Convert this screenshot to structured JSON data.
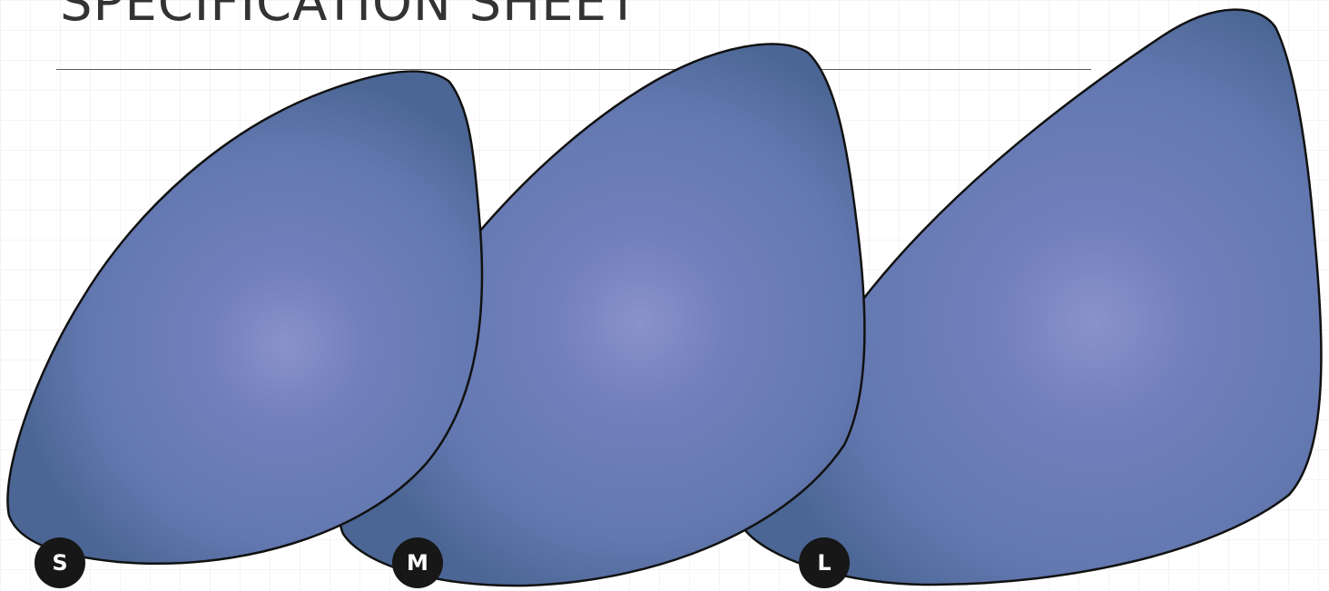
{
  "header": {
    "title": "SPECIFICATION SHEET"
  },
  "sizes": [
    {
      "label": "S"
    },
    {
      "label": "M"
    },
    {
      "label": "L"
    }
  ],
  "colors": {
    "cup_fill": "#6b80b8",
    "cup_highlight": "#8b92c9",
    "cup_edge": "#4b6694",
    "outline": "#111111",
    "badge": "#171717"
  }
}
